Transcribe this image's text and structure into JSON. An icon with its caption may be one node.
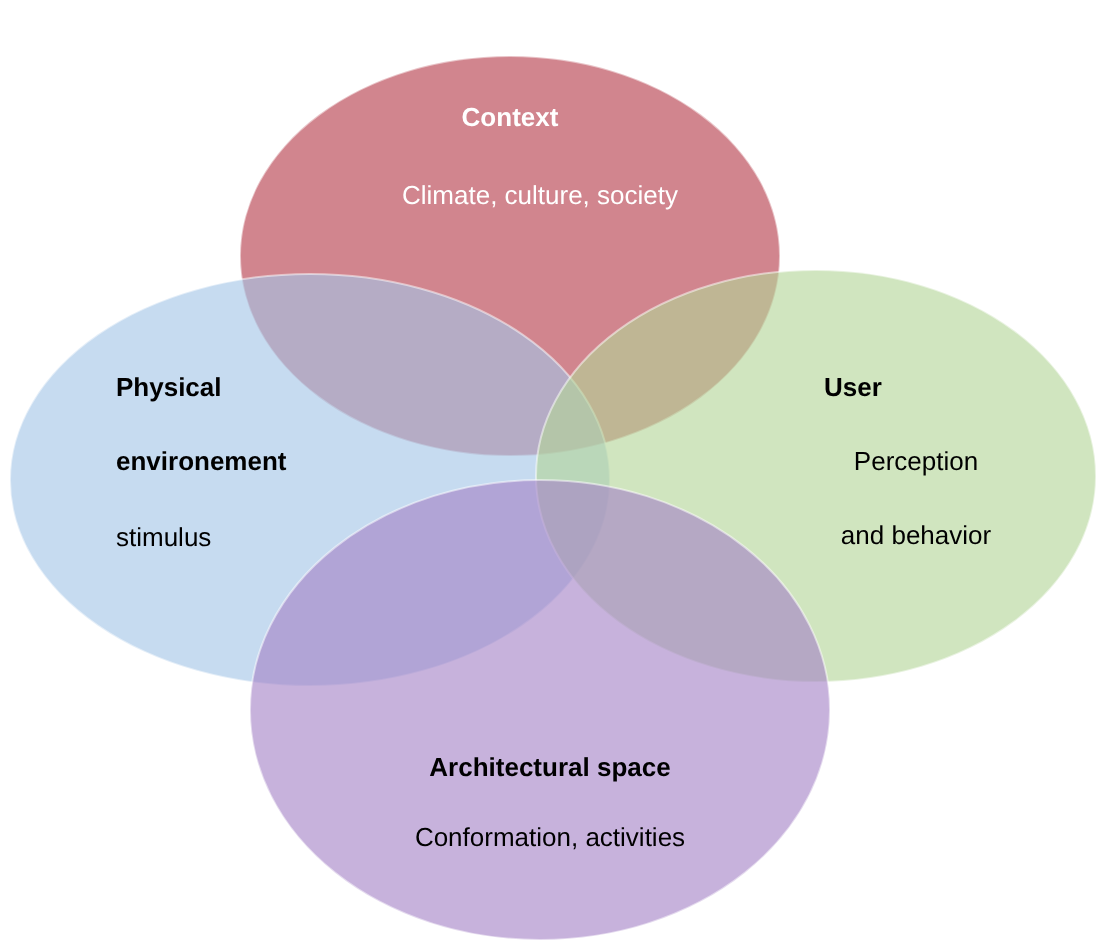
{
  "diagram": {
    "nodes": [
      {
        "text": [
          "Context",
          "Climate, culture, society"
        ]
      },
      {
        "text": [
          "Physical environement",
          "stimulus"
        ]
      },
      {
        "text": [
          "User",
          "Perception and behavior"
        ]
      },
      {
        "text": [
          "Architectural space",
          "Conformation, activities"
        ]
      }
    ]
  }
}
